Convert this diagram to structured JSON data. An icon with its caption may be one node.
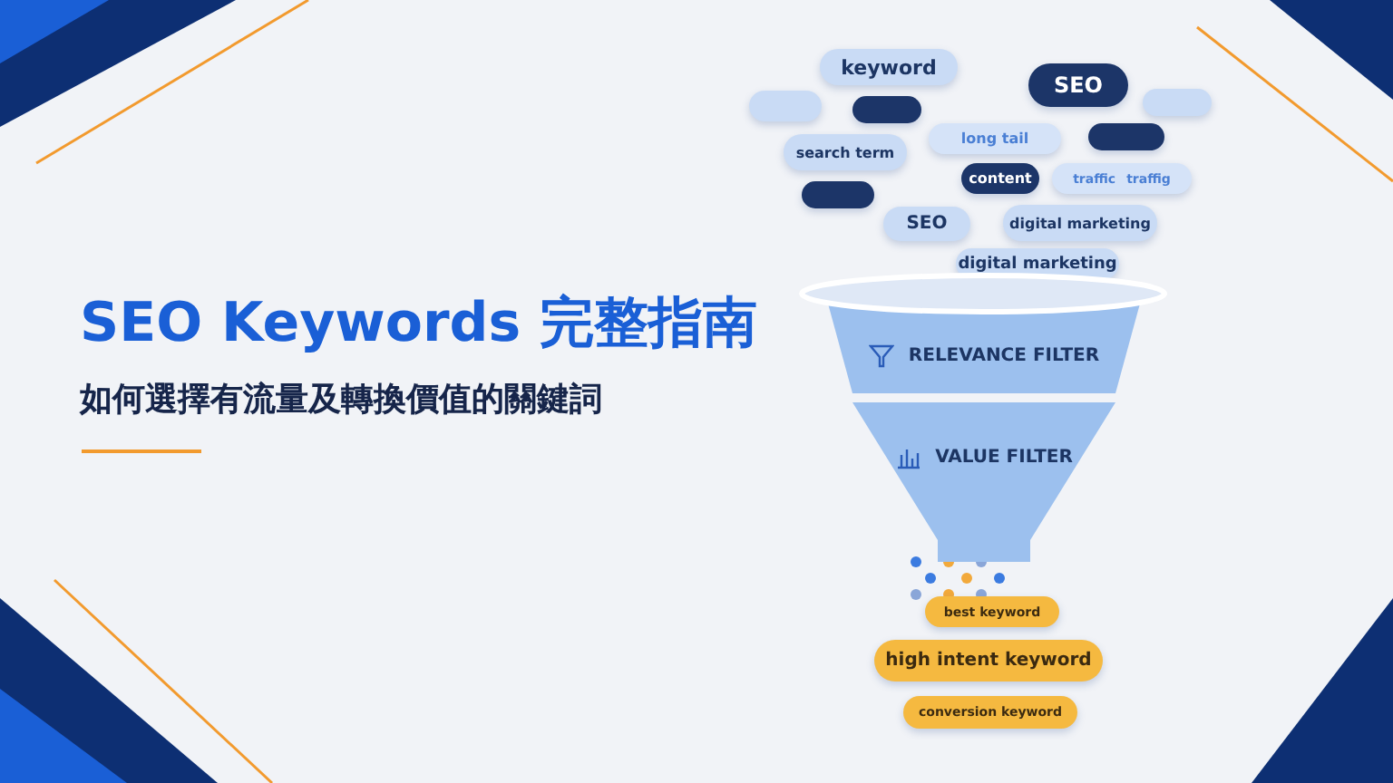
{
  "diagram": {
    "title": "SEO Keywords 完整指南",
    "nodes": [
      {
        "text": [],
        "shape": "box"
      },
      {
        "text": [
          "keyword"
        ]
      },
      {
        "text": [
          "SEO"
        ]
      },
      {
        "text": [],
        "shape": "box"
      },
      {
        "text": [],
        "shape": "box"
      },
      {
        "text": [
          "search term"
        ]
      },
      {
        "text": [
          "long tail"
        ]
      },
      {
        "text": [],
        "shape": "box"
      },
      {
        "text": [],
        "shape": "box"
      },
      {
        "text": [
          "content"
        ]
      },
      {
        "text": [
          "traffic",
          "traffig"
        ]
      },
      {
        "text": [
          "SEO"
        ]
      },
      {
        "text": [
          "digital marketing"
        ]
      },
      {
        "text": [
          "digital marketing"
        ]
      },
      {
        "text": [
          "RELEVANCE FILTER"
        ]
      },
      {
        "text": [
          "VALUE FILTER"
        ]
      },
      {
        "text": [
          "best keyword"
        ]
      },
      {
        "text": [
          "high intent keyword"
        ]
      },
      {
        "text": [
          "conversion keyword"
        ]
      }
    ],
    "labels": [
      "如何選擇有流量及轉換價值的關鍵詞"
    ]
  }
}
